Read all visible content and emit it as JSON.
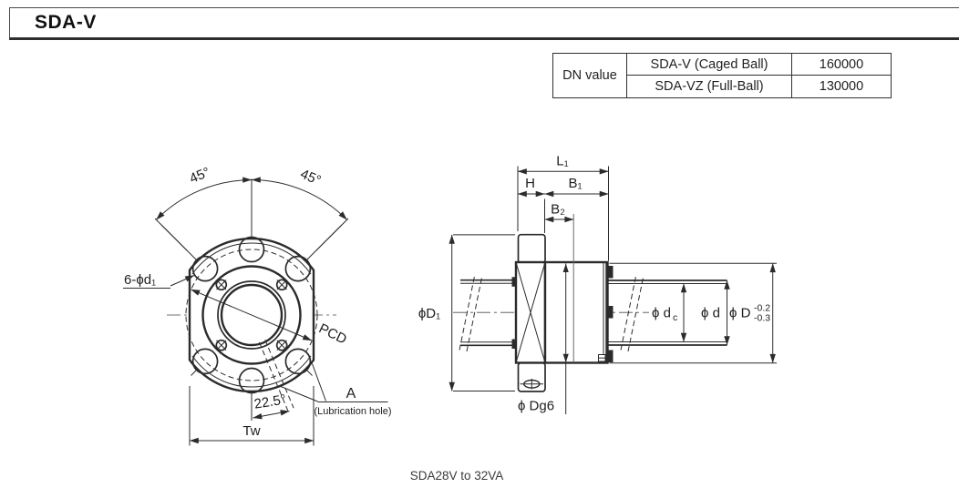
{
  "header": {
    "title": "SDA-V"
  },
  "dn_table": {
    "header": "DN value",
    "rows": [
      {
        "label": "SDA-V (Caged Ball)",
        "value": "160000"
      },
      {
        "label": "SDA-VZ (Full-Ball)",
        "value": "130000"
      }
    ]
  },
  "front_view": {
    "angle_left": "45°",
    "angle_right": "45°",
    "bolt_holes_label": "6-ϕd₁",
    "pcd_label": "PCD",
    "lube_angle": "22.5°",
    "lube_ref": "A",
    "lube_note": "(Lubrication hole)",
    "width_label": "Tw"
  },
  "side_view": {
    "length_label": "L₁",
    "flange_thickness_label": "H",
    "body_length_label": "B₁",
    "b2_label": "B₂",
    "flange_dia_label": "ϕD₁",
    "spigot_dia_label": "ϕ Dg6",
    "core_dia_main": "ϕ d",
    "core_dia_sub": "c",
    "shaft_dia_label": "ϕ d",
    "body_dia_main": "ϕ D",
    "body_dia_tol_upper": "-0.2",
    "body_dia_tol_lower": "-0.3"
  },
  "caption": "SDA28V to 32VA"
}
